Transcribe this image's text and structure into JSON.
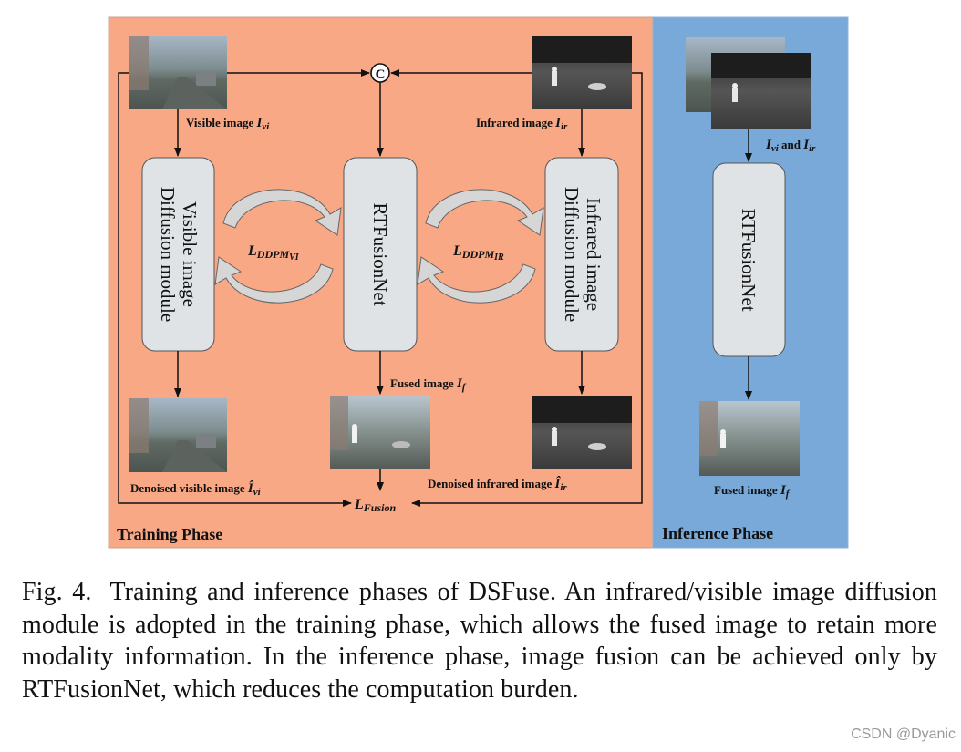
{
  "figure": {
    "training_phase_label": "Training Phase",
    "inference_phase_label": "Inference Phase",
    "concat_symbol": "C",
    "visible_label": "Visible image ",
    "visible_sym": "I",
    "visible_sub": "vi",
    "infrared_label": "Infrared image ",
    "infrared_sym": "I",
    "infrared_sub": "ir",
    "vis_module_line1": "Visible image",
    "vis_module_line2": "Diffusion module",
    "ir_module_line1": "Infrared image",
    "ir_module_line2": "Diffusion module",
    "rtfusionnet": "RTFusionNet",
    "inference_rtfusionnet": "RTFusionNet",
    "loss_vi_main": "L",
    "loss_vi_sub": "DDPM",
    "loss_vi_subsub": "VI",
    "loss_ir_main": "L",
    "loss_ir_sub": "DDPM",
    "loss_ir_subsub": "IR",
    "fused_label": "Fused image ",
    "fused_sym": "I",
    "fused_sub": "f",
    "denoised_vis_label": "Denoised visible image ",
    "denoised_vis_sym": "Î",
    "denoised_vis_sub": "vi",
    "denoised_ir_label": "Denoised infrared image ",
    "denoised_ir_sym": "Î",
    "denoised_ir_sub": "ir",
    "fusion_loss_main": "L",
    "fusion_loss_sub": "Fusion",
    "inference_input_sym1": "I",
    "inference_input_sub1": "vi",
    "inference_input_and": " and ",
    "inference_input_sym2": "I",
    "inference_input_sub2": "ir",
    "inference_fused_label": "Fused image ",
    "inference_fused_sym": "I",
    "inference_fused_sub": "f",
    "colors": {
      "training_bg": "#f9a886",
      "inference_bg": "#79a9d8",
      "module_fill": "#dfe3e6",
      "cycle_arrow": "#d6d6d6"
    }
  },
  "caption": {
    "fig_number": "Fig. 4.",
    "text": "Training and inference phases of DSFuse. An infrared/visible image diffusion module is adopted in the training phase, which allows the fused image to retain more modality information. In the inference phase, image fusion can be achieved only by RTFusionNet, which reduces the computation burden."
  },
  "watermark": "CSDN @Dyanic"
}
